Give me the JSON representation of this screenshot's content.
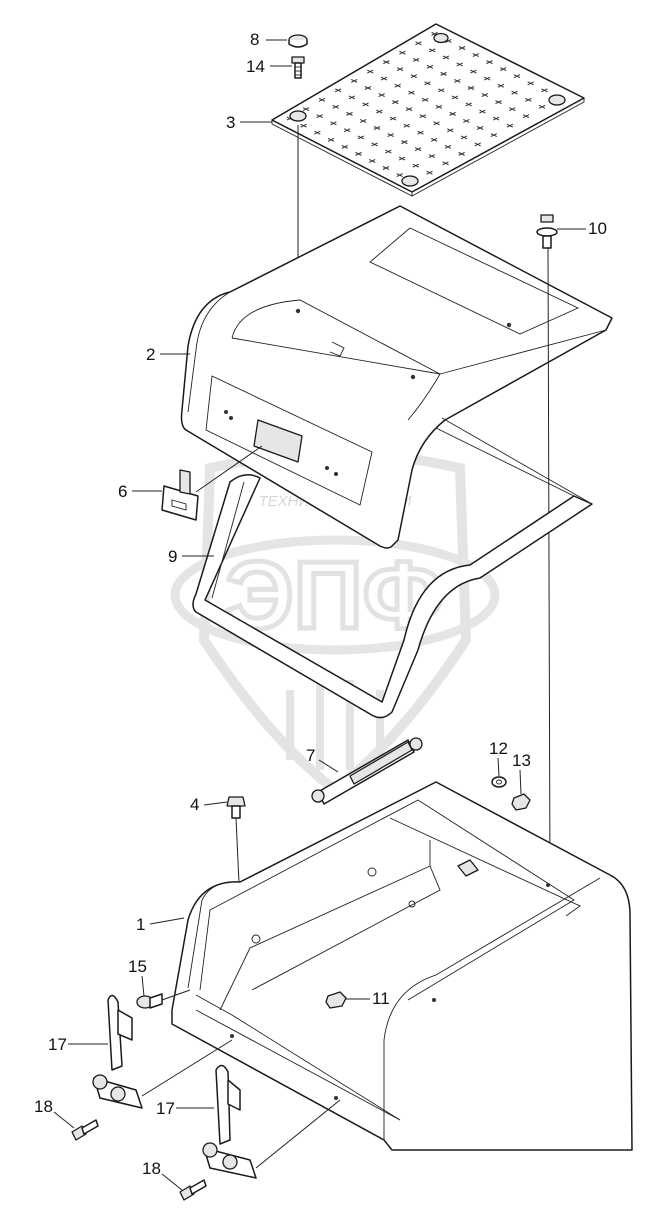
{
  "watermark": {
    "text": "ТЕХНИКА ЗАПЧАСТИ",
    "logo": "ЭПФ",
    "color": "#d6d6d6"
  },
  "callouts": [
    {
      "id": "c8",
      "label": "8"
    },
    {
      "id": "c14",
      "label": "14"
    },
    {
      "id": "c3",
      "label": "3"
    },
    {
      "id": "c10",
      "label": "10"
    },
    {
      "id": "c2",
      "label": "2"
    },
    {
      "id": "c6",
      "label": "6"
    },
    {
      "id": "c9",
      "label": "9"
    },
    {
      "id": "c7",
      "label": "7"
    },
    {
      "id": "c12",
      "label": "12"
    },
    {
      "id": "c13",
      "label": "13"
    },
    {
      "id": "c4",
      "label": "4"
    },
    {
      "id": "c1",
      "label": "1"
    },
    {
      "id": "c15",
      "label": "15"
    },
    {
      "id": "c11",
      "label": "11"
    },
    {
      "id": "c17a",
      "label": "17"
    },
    {
      "id": "c17b",
      "label": "17"
    },
    {
      "id": "c18a",
      "label": "18"
    },
    {
      "id": "c18b",
      "label": "18"
    }
  ],
  "colors": {
    "line": "#1a1a1a",
    "fill": "#ffffff",
    "shade": "#e6e6e6"
  }
}
